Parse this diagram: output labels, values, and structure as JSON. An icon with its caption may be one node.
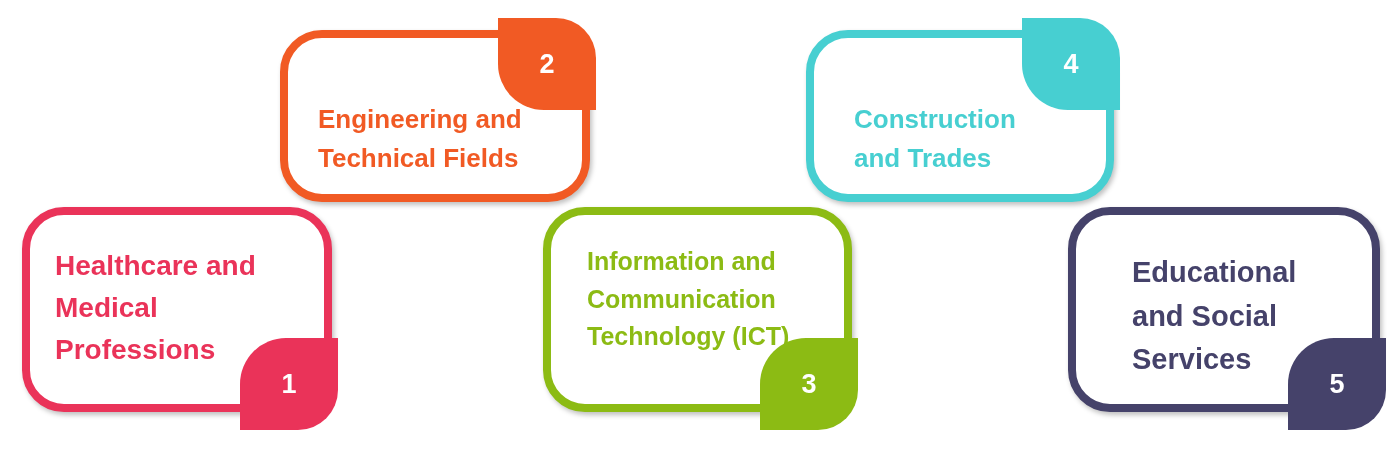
{
  "diagram": {
    "nodes": [
      {
        "text": [
          "Healthcare and Medical Professions",
          "1"
        ]
      },
      {
        "text": [
          "Engineering and Technical Fields",
          "2"
        ]
      },
      {
        "text": [
          "Information and Communication Technology (ICT)",
          "3"
        ]
      },
      {
        "text": [
          "Construction and Trades",
          "4"
        ]
      },
      {
        "text": [
          "Educational and Social Services",
          "5"
        ]
      }
    ]
  }
}
